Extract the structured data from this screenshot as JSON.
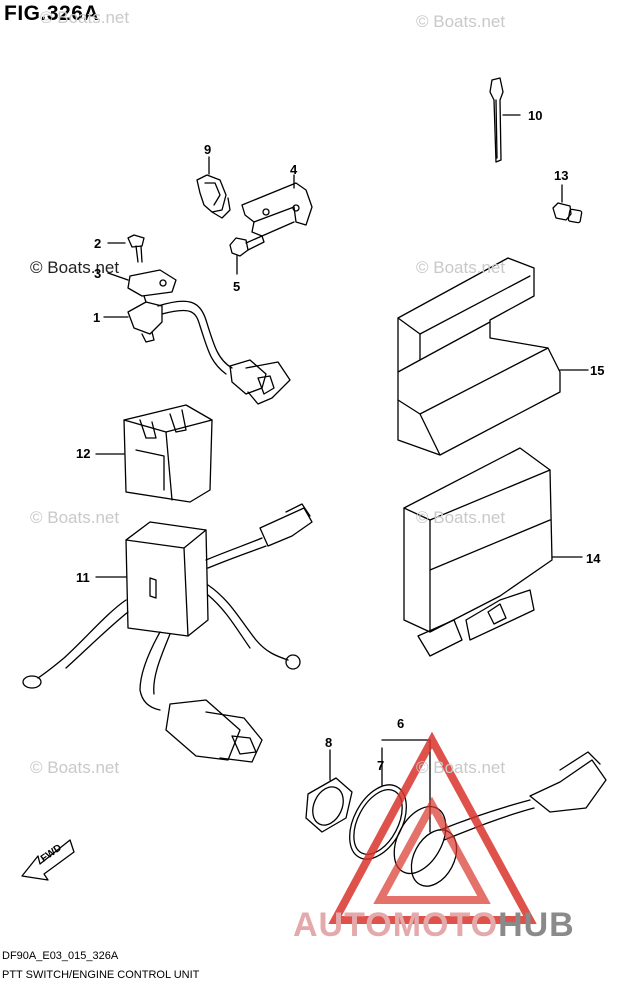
{
  "figure": {
    "title": "FIG.326A",
    "code": "DF90A_E03_015_326A",
    "caption": "PTT SWITCH/ENGINE CONTROL UNIT",
    "direction_label": "FWD"
  },
  "watermark": {
    "text": "© Boats.net",
    "brand_part1": "AUTOMOTO",
    "brand_part2": "HUB"
  },
  "callouts": [
    "1",
    "2",
    "3",
    "4",
    "5",
    "6",
    "7",
    "8",
    "9",
    "10",
    "11",
    "12",
    "13",
    "14",
    "15"
  ],
  "colors": {
    "line": "#000000",
    "watermark": "#c9c9c9",
    "brand_red": "#d9342b",
    "brand_gray": "#8a8a8a"
  }
}
